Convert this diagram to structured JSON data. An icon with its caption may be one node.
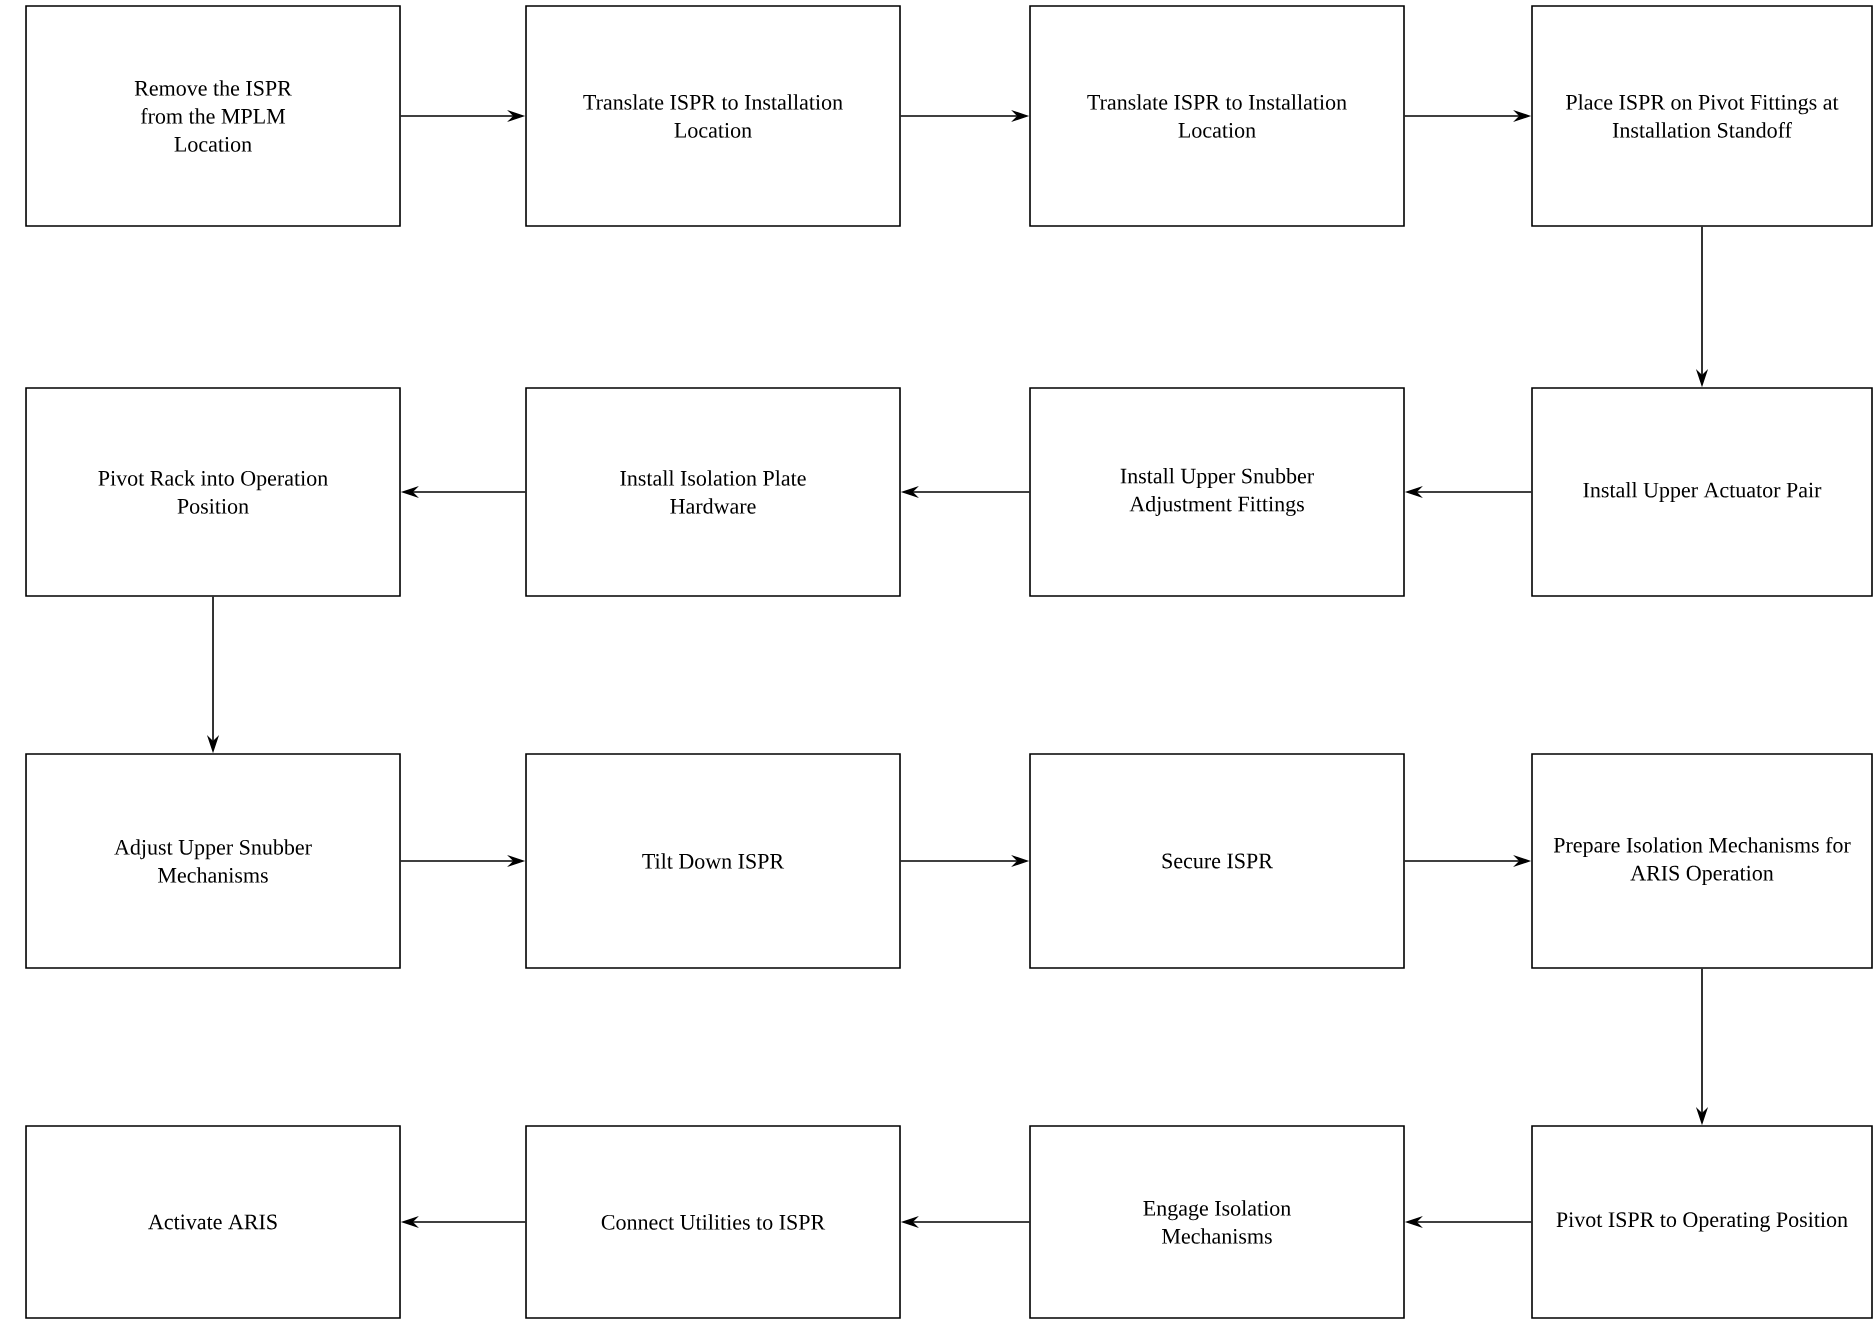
{
  "diagram": {
    "nodes": [
      {
        "text": [
          "Remove the ISPR from the MPLM Location"
        ]
      },
      {
        "text": [
          "Translate ISPR to Installation Location"
        ]
      },
      {
        "text": [
          "Translate ISPR to Installation Location"
        ]
      },
      {
        "text": [
          "Place ISPR on Pivot Fittings at Installation Standoff"
        ]
      },
      {
        "text": [
          "Install Upper Actuator Pair"
        ]
      },
      {
        "text": [
          "Install Upper Snubber Adjustment Fittings"
        ]
      },
      {
        "text": [
          "Install Isolation Plate Hardware"
        ]
      },
      {
        "text": [
          "Pivot Rack into Operation Position"
        ]
      },
      {
        "text": [
          "Adjust Upper Snubber Mechanisms"
        ]
      },
      {
        "text": [
          "Tilt Down ISPR"
        ]
      },
      {
        "text": [
          "Secure ISPR"
        ]
      },
      {
        "text": [
          "Prepare Isolation Mechanisms for ARIS Operation"
        ]
      },
      {
        "text": [
          "Pivot ISPR to Operating Position"
        ]
      },
      {
        "text": [
          "Engage Isolation Mechanisms"
        ]
      },
      {
        "text": [
          "Connect Utilities to ISPR"
        ]
      },
      {
        "text": [
          "Activate ARIS"
        ]
      }
    ],
    "edges": [
      {
        "from": 0,
        "to": 1,
        "arrow": "to"
      },
      {
        "from": 1,
        "to": 2,
        "arrow": "to"
      },
      {
        "from": 2,
        "to": 3,
        "arrow": "to"
      },
      {
        "from": 3,
        "to": 4,
        "arrow": "to"
      },
      {
        "from": 4,
        "to": 5,
        "arrow": "to"
      },
      {
        "from": 5,
        "to": 6,
        "arrow": "to"
      },
      {
        "from": 6,
        "to": 7,
        "arrow": "to"
      },
      {
        "from": 7,
        "to": 8,
        "arrow": "to"
      },
      {
        "from": 8,
        "to": 9,
        "arrow": "to"
      },
      {
        "from": 9,
        "to": 10,
        "arrow": "to"
      },
      {
        "from": 10,
        "to": 11,
        "arrow": "to"
      },
      {
        "from": 11,
        "to": 12,
        "arrow": "to"
      },
      {
        "from": 12,
        "to": 13,
        "arrow": "to"
      },
      {
        "from": 13,
        "to": 14,
        "arrow": "to"
      },
      {
        "from": 14,
        "to": 15,
        "arrow": "to"
      }
    ]
  }
}
